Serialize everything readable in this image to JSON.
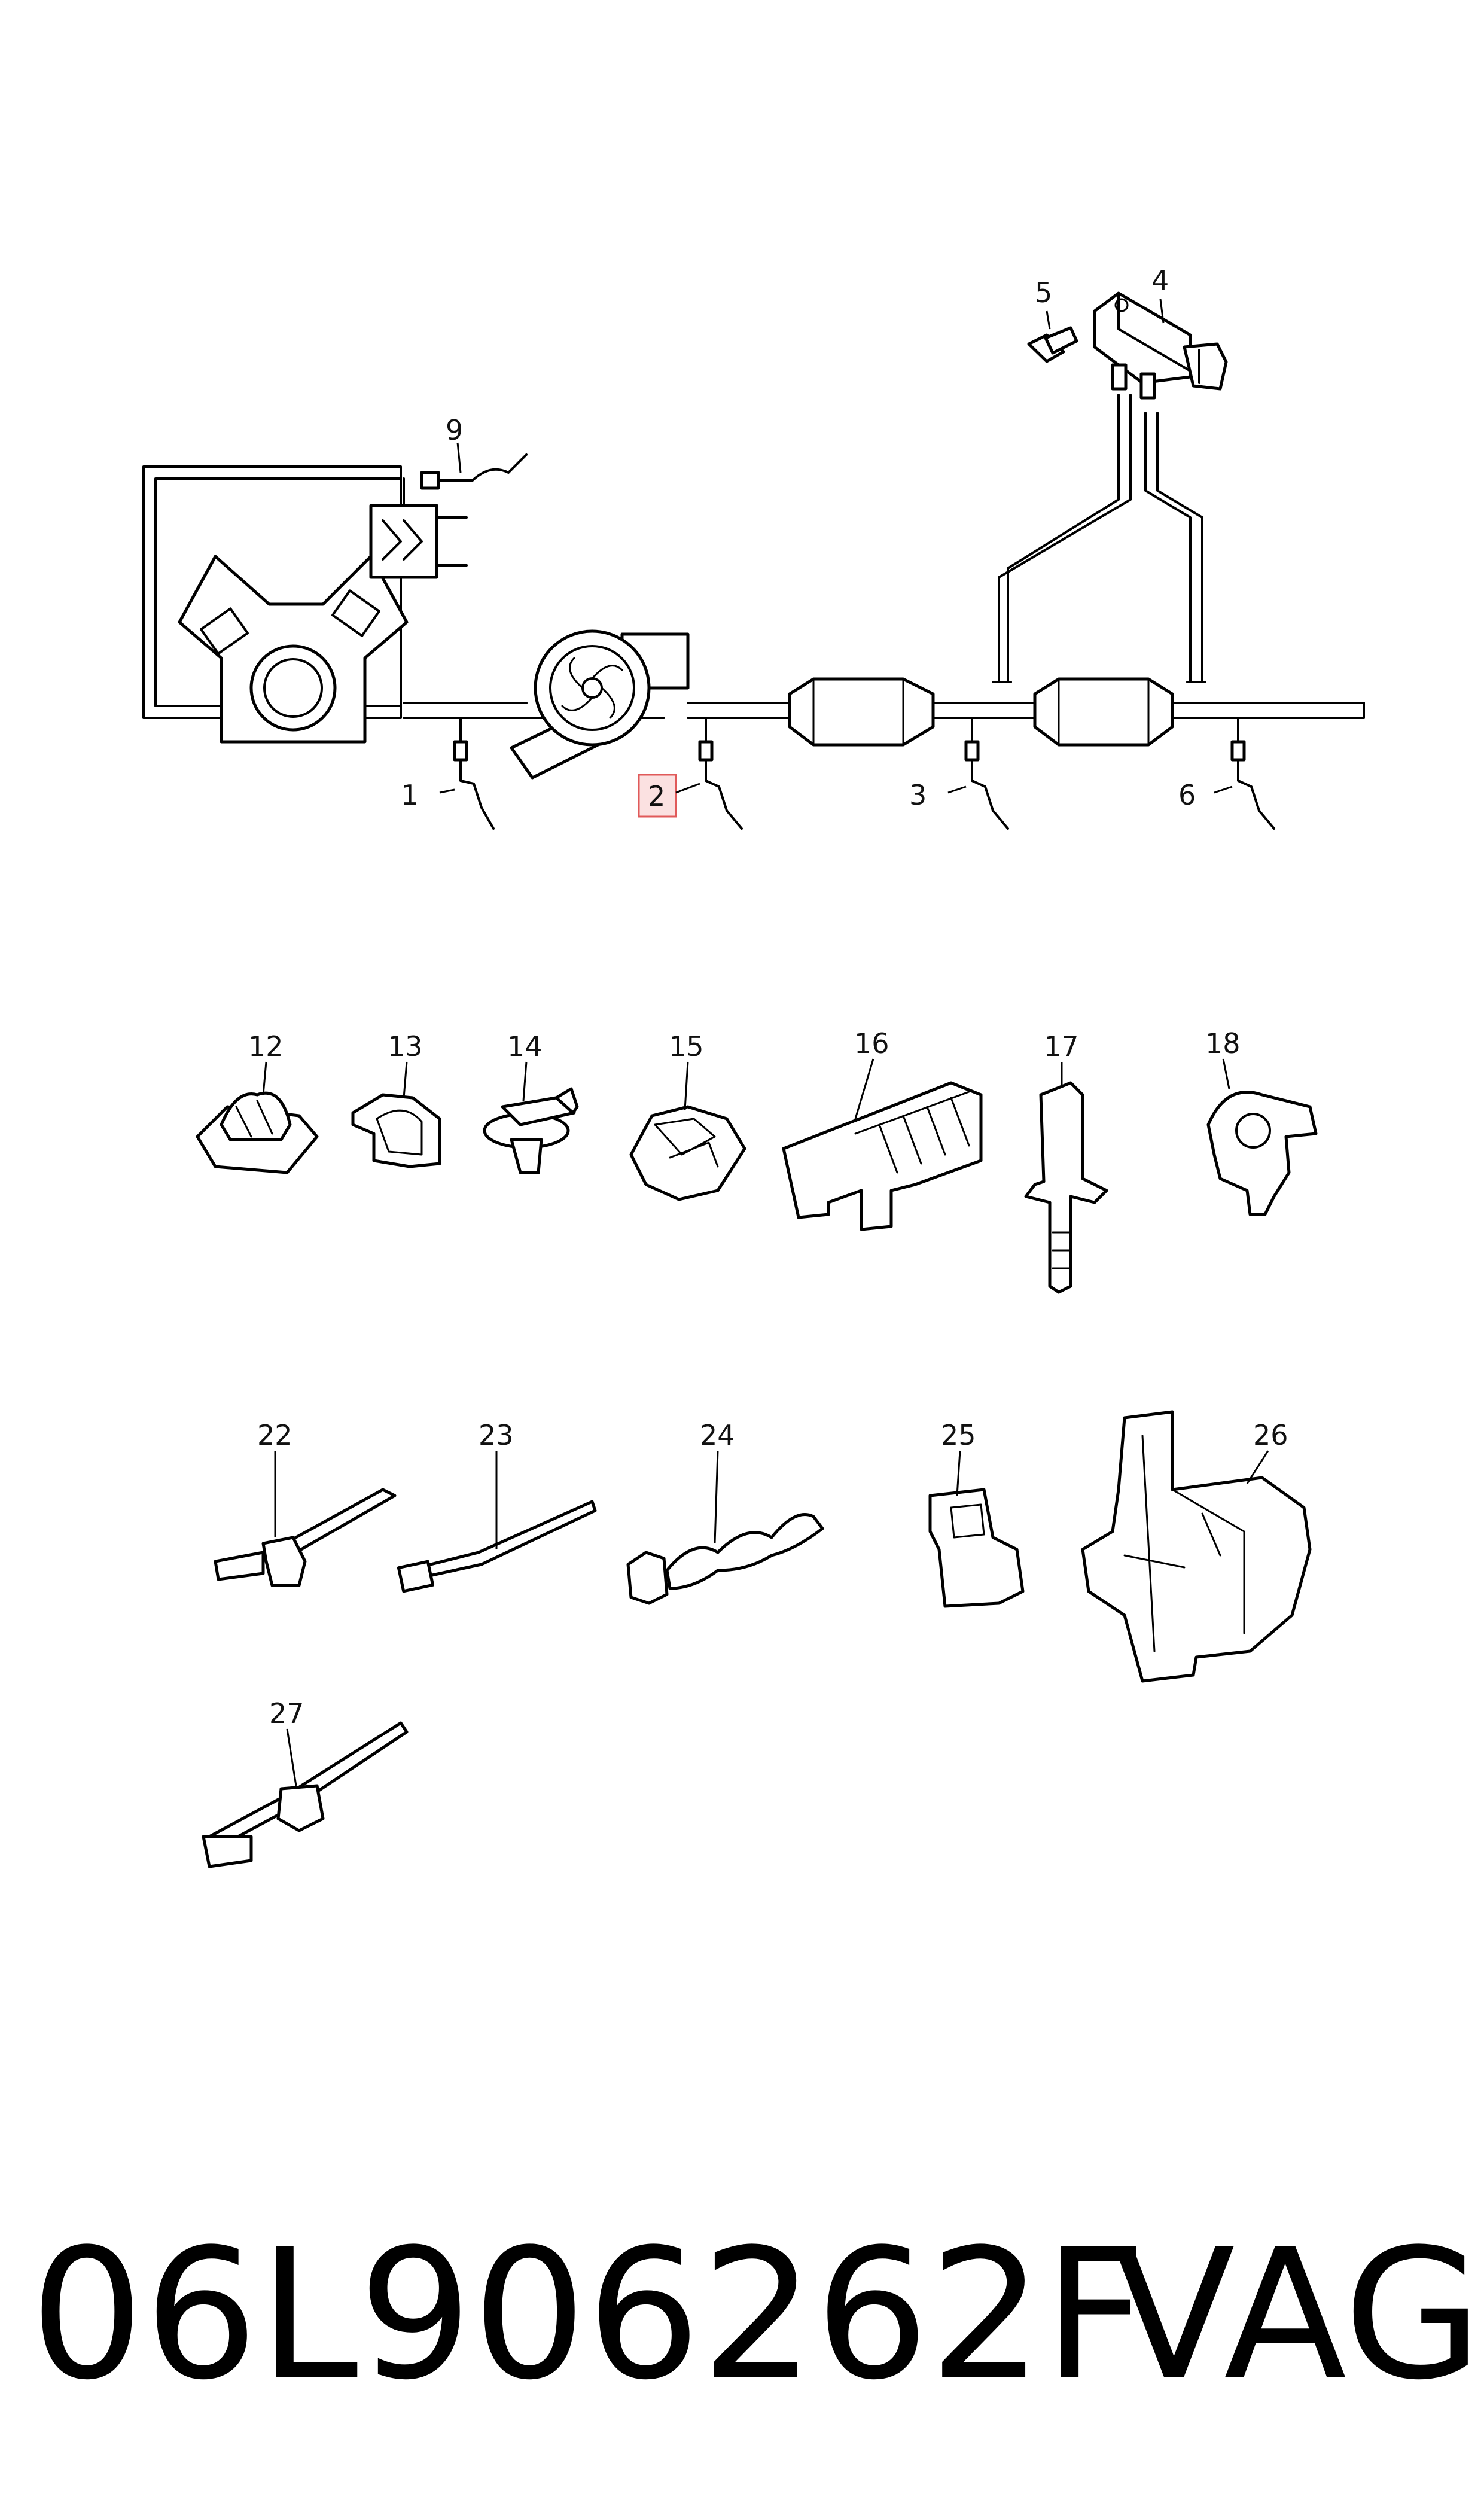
{
  "callouts": {
    "c1": "1",
    "c2": "2",
    "c3": "3",
    "c4": "4",
    "c5": "5",
    "c6": "6",
    "c9": "9",
    "c12": "12",
    "c13": "13",
    "c14": "14",
    "c15": "15",
    "c16": "16",
    "c17": "17",
    "c18": "18",
    "c22": "22",
    "c23": "23",
    "c24": "24",
    "c25": "25",
    "c26": "26",
    "c27": "27"
  },
  "highlighted_callout": "2",
  "highlight_color": "#e05a5a",
  "footer": {
    "part_number": "06L906262F",
    "brand": "VAG"
  }
}
